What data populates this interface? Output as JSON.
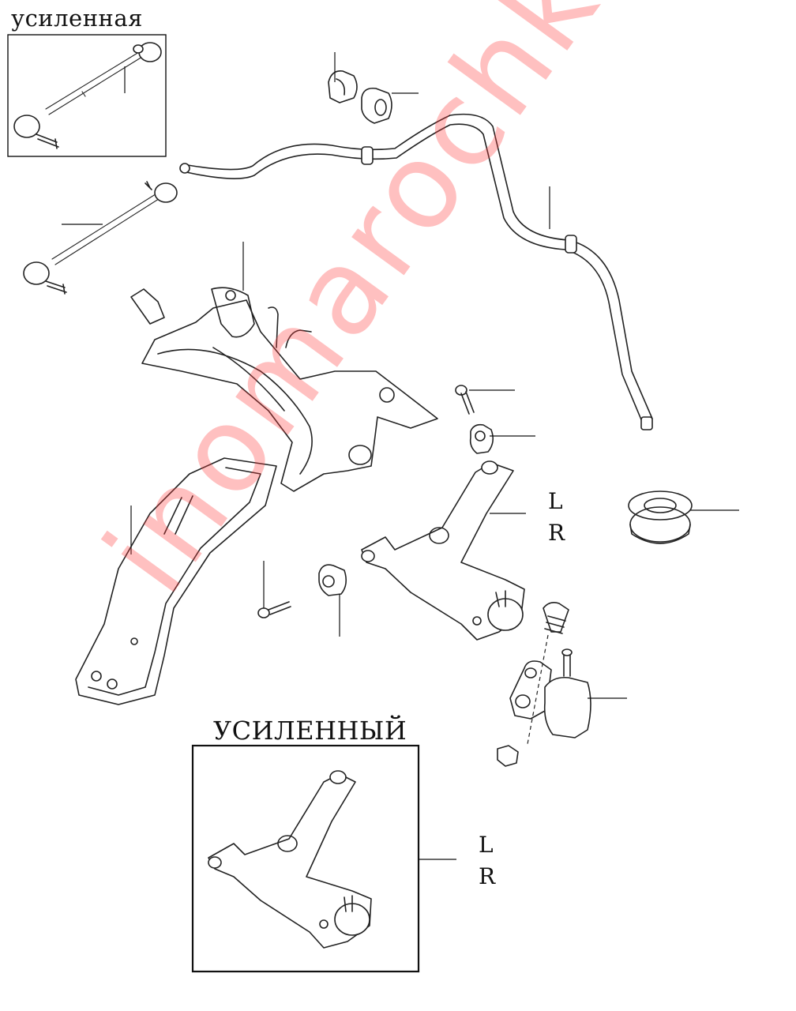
{
  "labels": {
    "reinforced_link": "усиленная",
    "reinforced_arm": "УСИЛЕННЫЙ",
    "side_l_upper": "L",
    "side_r_upper": "R",
    "side_l_lower": "L",
    "side_r_lower": "R"
  },
  "watermark": "inomarochka.net",
  "colors": {
    "watermark": "#ff3c3c",
    "line": "#222222"
  }
}
